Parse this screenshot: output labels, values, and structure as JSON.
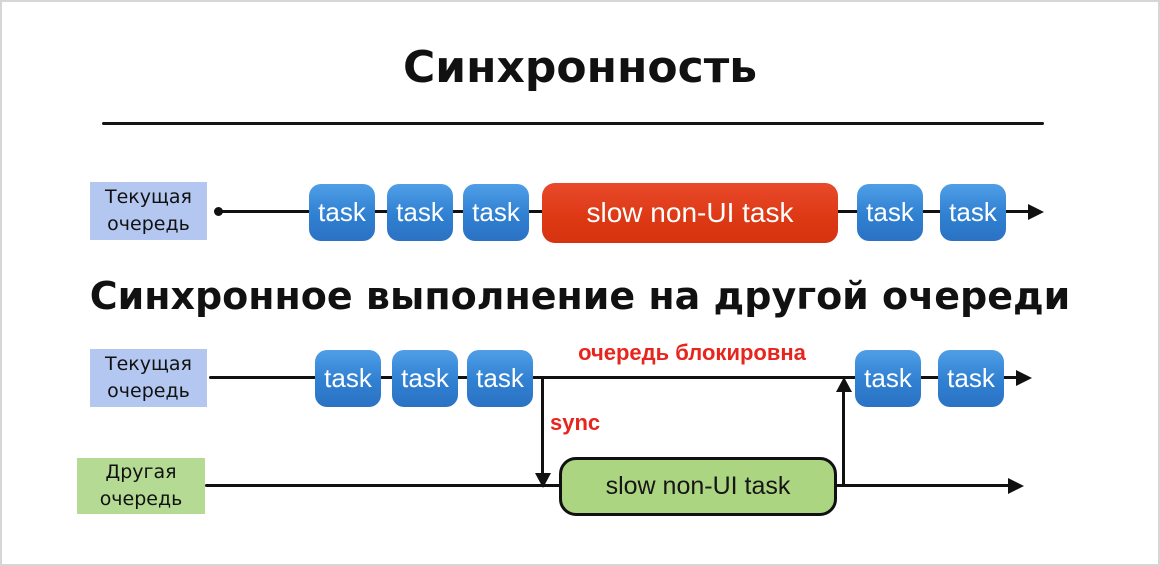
{
  "slide": {
    "title": "Синхронность",
    "subtitle": "Синхронное выполнение на другой очереди"
  },
  "colors": {
    "task_blue": "#3080d2",
    "slow_task_red": "#dd3814",
    "queue_label_blue": "#b3c7f1",
    "queue_label_green": "#b4da93",
    "slow_task_green": "#abd580",
    "annotation_red": "#e8251d",
    "line_black": "#111111"
  },
  "sync_timeline": {
    "queue_label": "Текущая\nочередь",
    "tasks_before": [
      "task",
      "task",
      "task"
    ],
    "slow_task_label": "slow non-UI task",
    "tasks_after": [
      "task",
      "task"
    ]
  },
  "blocked_timeline": {
    "queue_label": "Текущая\nочередь",
    "blocked_note": "очередь блокировна",
    "sync_label": "sync",
    "tasks_before": [
      "task",
      "task",
      "task"
    ],
    "tasks_after": [
      "task",
      "task"
    ]
  },
  "other_queue_timeline": {
    "queue_label": "Другая\nочередь",
    "slow_task_label": "slow non-UI task"
  }
}
